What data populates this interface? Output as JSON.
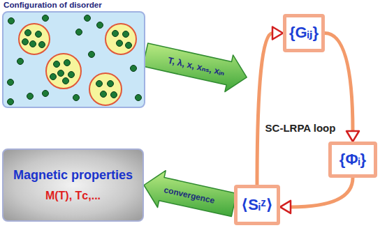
{
  "diagram": {
    "nodes": [
      {
        "text": [
          "Configuration of disorder"
        ]
      },
      {
        "text": [
          "SC-LRPA loop"
        ]
      },
      {
        "text": [
          "{Gᵢⱼ}"
        ]
      },
      {
        "text": [
          "{Φᵢ}"
        ]
      },
      {
        "text": [
          "⟨Sᵢᶻ⟩"
        ]
      },
      {
        "text": [
          "Magnetic properties",
          "M(T), Tᴄ,..."
        ]
      }
    ],
    "edges": [
      {
        "from": 0,
        "to": 1,
        "arrow": "to",
        "label": "T, λ, x, xₙₛ, xᵢₙ"
      },
      {
        "from": 2,
        "to": 3,
        "arrow": "to"
      },
      {
        "from": 3,
        "to": 4,
        "arrow": "to"
      },
      {
        "from": 4,
        "to": 2,
        "arrow": "to"
      },
      {
        "from": 4,
        "to": 5,
        "arrow": "to",
        "label": "convergence"
      }
    ]
  }
}
